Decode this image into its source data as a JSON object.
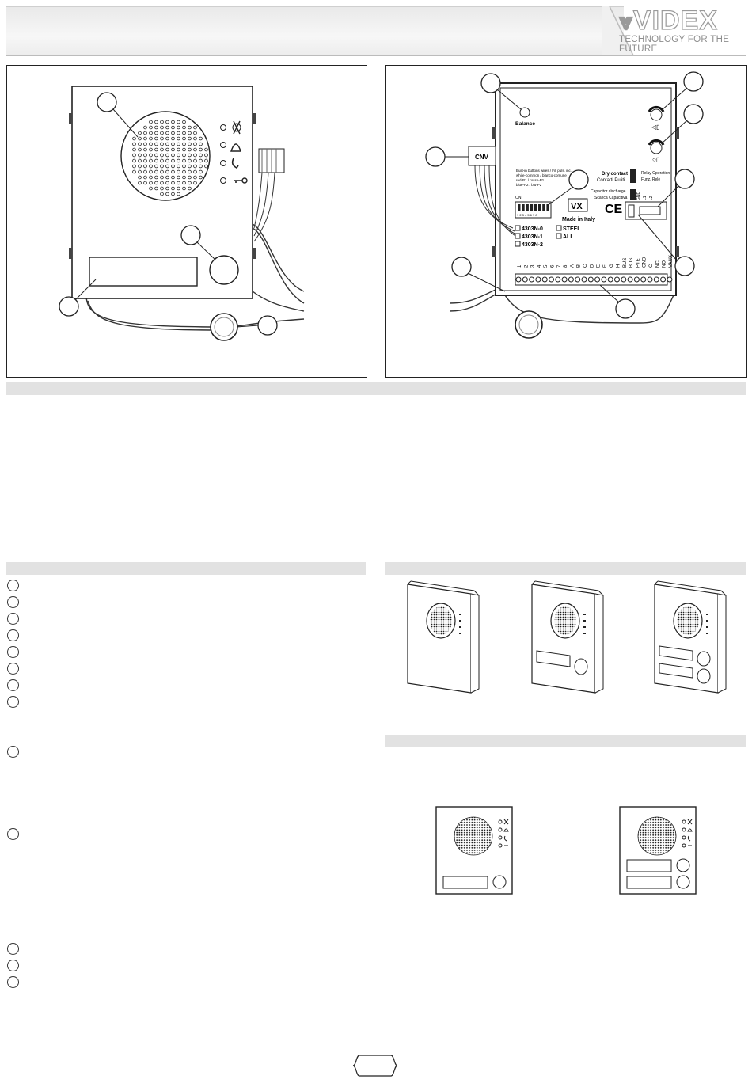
{
  "header": {
    "brand_name": "VIDEX",
    "brand_tagline": "TECHNOLOGY FOR THE FUTURE"
  },
  "rear_panel": {
    "balance_label": "Balance",
    "cnv_label": "CNV",
    "dry_contact_label": "Dry contact",
    "contatti_puliti_label": "Contatti Puliti",
    "capacitor_label": "Capacitor discharge",
    "scarica_label": "Scarica Capacitiva",
    "relay_operation_label": "Relay Operation",
    "funz_rele_label": "Funz. Relè",
    "builtin_text_1": "Built-in buttons wires / Fili puls. inc.",
    "builtin_text_2": "white-common / bianco-comune",
    "builtin_text_3": "red-P1 / rosso-P1",
    "builtin_text_4": "blue-P2 / blu-P2",
    "made_in_label": "Made in Italy",
    "ce_label": "CE",
    "variant_0": "4303N-0",
    "variant_1": "4303N-1",
    "variant_2": "4303N-2",
    "variant_steel": "STEEL",
    "variant_ali": "ALI",
    "dip_on_label": "ON",
    "dip_numbers": "1 2 3 4 5 6 7 8",
    "terminal_labels": [
      "1",
      "2",
      "3",
      "4",
      "5",
      "6",
      "7",
      "8",
      "A",
      "B",
      "C",
      "D",
      "E",
      "F",
      "G",
      "H",
      "BUS",
      "BUS",
      "PTE",
      "GND",
      "C",
      "NC",
      "NO",
      "VAUX"
    ],
    "relay_pins": [
      "GND",
      "L1",
      "L2"
    ]
  },
  "footer": {
    "page_tab": ""
  }
}
